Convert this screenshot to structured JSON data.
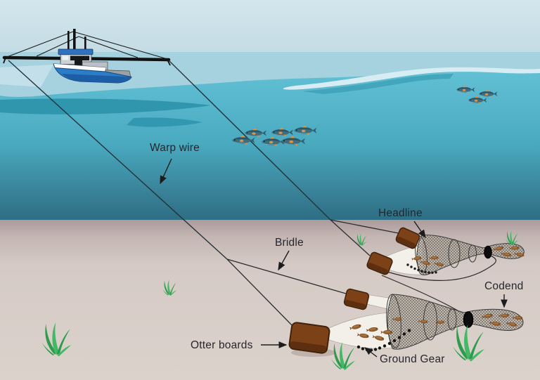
{
  "diagram": {
    "type": "bottom-trawl fishing gear illustration",
    "labels": {
      "warp_wire": "Warp wire",
      "headline": "Headline",
      "bridle": "Bridle",
      "codend": "Codend",
      "otter_boards": "Otter boards",
      "ground_gear": "Ground Gear"
    },
    "scene": {
      "vessel": "trawler with port and starboard outrigger booms towing two trawl nets",
      "fish_schools": [
        {
          "location": "mid-water center",
          "count": 6
        },
        {
          "location": "upper right",
          "count": 3
        }
      ],
      "trawls": [
        {
          "position": "upper right on seabed",
          "fish_in_net": 8
        },
        {
          "position": "lower center on seabed",
          "fish_in_net": 13
        }
      ],
      "seaweed_tufts": 6
    },
    "colors": {
      "sky": "#cbdfe7",
      "surface_water": "#a6d2df",
      "deep_water_top": "#63c3d8",
      "deep_water_bottom": "#2d6e84",
      "seabed_top": "#ab9b9d",
      "seabed": "#d8cdc8",
      "otter_board_brown": "#7d4117",
      "net_mesh_grey": "#c0b9ad",
      "fish_body": "#3c6e80",
      "fish_fin": "#e8923a",
      "net_fish_brown": "#96602f",
      "seaweed_green": "#2e9b4d",
      "label_text": "#26262e"
    }
  }
}
